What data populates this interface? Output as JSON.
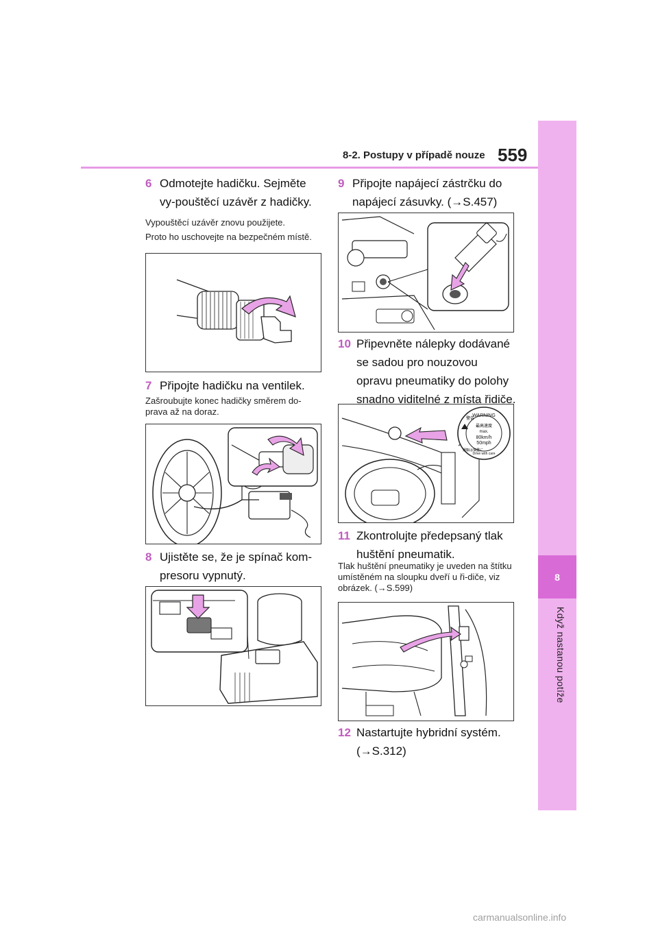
{
  "header": {
    "section": "8-2. Postupy v případě nouze",
    "page_number": "559"
  },
  "sidebar": {
    "chapter_number": "8",
    "chapter_title": "Když nastanou potíže"
  },
  "steps": [
    {
      "num": "6",
      "text": "Odmotejte hadičku. Sejměte vy-pouštěcí uzávěr z hadičky.",
      "notes": [
        "Vypouštěcí uzávěr znovu použijete.",
        "Proto ho uschovejte na bezpečném místě."
      ]
    },
    {
      "num": "7",
      "text": "Připojte hadičku na ventilek.",
      "notes": [
        "Zašroubujte konec hadičky směrem do-prava až na doraz."
      ]
    },
    {
      "num": "8",
      "text": "Ujistěte se, že je spínač kom-presoru vypnutý.",
      "notes": []
    },
    {
      "num": "9",
      "text": "Připojte napájecí zástrčku do napájecí zásuvky. (→S.457)",
      "notes": []
    },
    {
      "num": "10",
      "text": "Připevněte nálepky dodávané se sadou pro nouzovou opravu pneumatiky do polohy snadno viditelné z místa řidiče.",
      "notes": []
    },
    {
      "num": "11",
      "text": "Zkontrolujte předepsaný tlak huštění pneumatik.",
      "notes": [
        "Tlak huštění pneumatiky je uveden na štítku umístěném na sloupku dveří u ři-diče, viz obrázek. (→S.599)"
      ]
    },
    {
      "num": "12",
      "text": "Nastartujte hybridní systém. (→S.312)",
      "notes": []
    }
  ],
  "sticker": {
    "title_jp": "警告",
    "title_en": "WARNING",
    "speed_jp": "最高速度",
    "max": "max.",
    "kmh": "80km/h",
    "mph": "50mph",
    "drive_jp": "運転は慎重に",
    "drive_en": "Drive with care"
  },
  "colors": {
    "accent": "#c05cbf",
    "band": "#f0b2ee",
    "chapter_box": "#d96bd6",
    "arrow": "#e8a2e6"
  },
  "watermark": "carmanualsonline.info"
}
